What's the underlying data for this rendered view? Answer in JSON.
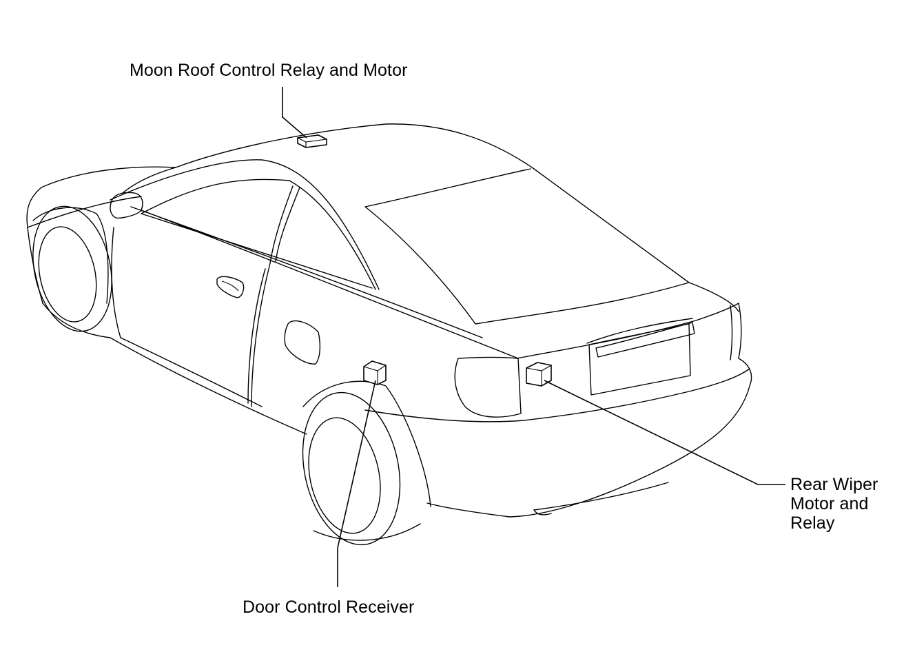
{
  "callouts": {
    "moon_roof": "Moon Roof Control Relay and Motor",
    "door_receiver": "Door Control Receiver",
    "rear_wiper": [
      "Rear Wiper",
      "Motor and",
      "Relay"
    ]
  }
}
